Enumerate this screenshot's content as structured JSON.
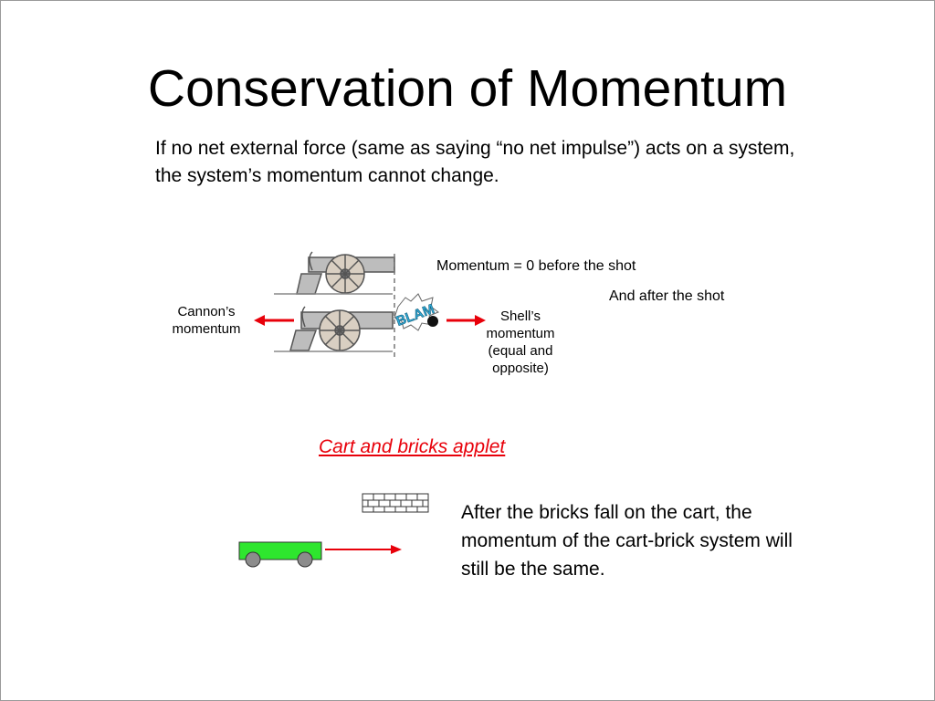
{
  "slide": {
    "title": "Conservation of Momentum",
    "intro": "If no net external force (same as saying “no net impulse”) acts on a system, the system’s momentum cannot change."
  },
  "cannon": {
    "before_label": "Momentum = 0 before the shot",
    "after_label": "And after the shot",
    "cannon_momentum_line1": "Cannon’s",
    "cannon_momentum_line2": "momentum",
    "shell_line1": "Shell’s",
    "shell_line2": "momentum",
    "shell_line3": "(equal and",
    "shell_line4": "opposite)",
    "blam_text": "BLAM"
  },
  "applet": {
    "link_text": "Cart and bricks applet"
  },
  "cart": {
    "caption": "After the bricks fall on the cart, the momentum of the cart-brick system will still be the same."
  },
  "colors": {
    "arrow": "#e8000a",
    "cart": "#2ee62e",
    "wheel": "#8c8c8c",
    "blam": "#2fa9d6"
  }
}
